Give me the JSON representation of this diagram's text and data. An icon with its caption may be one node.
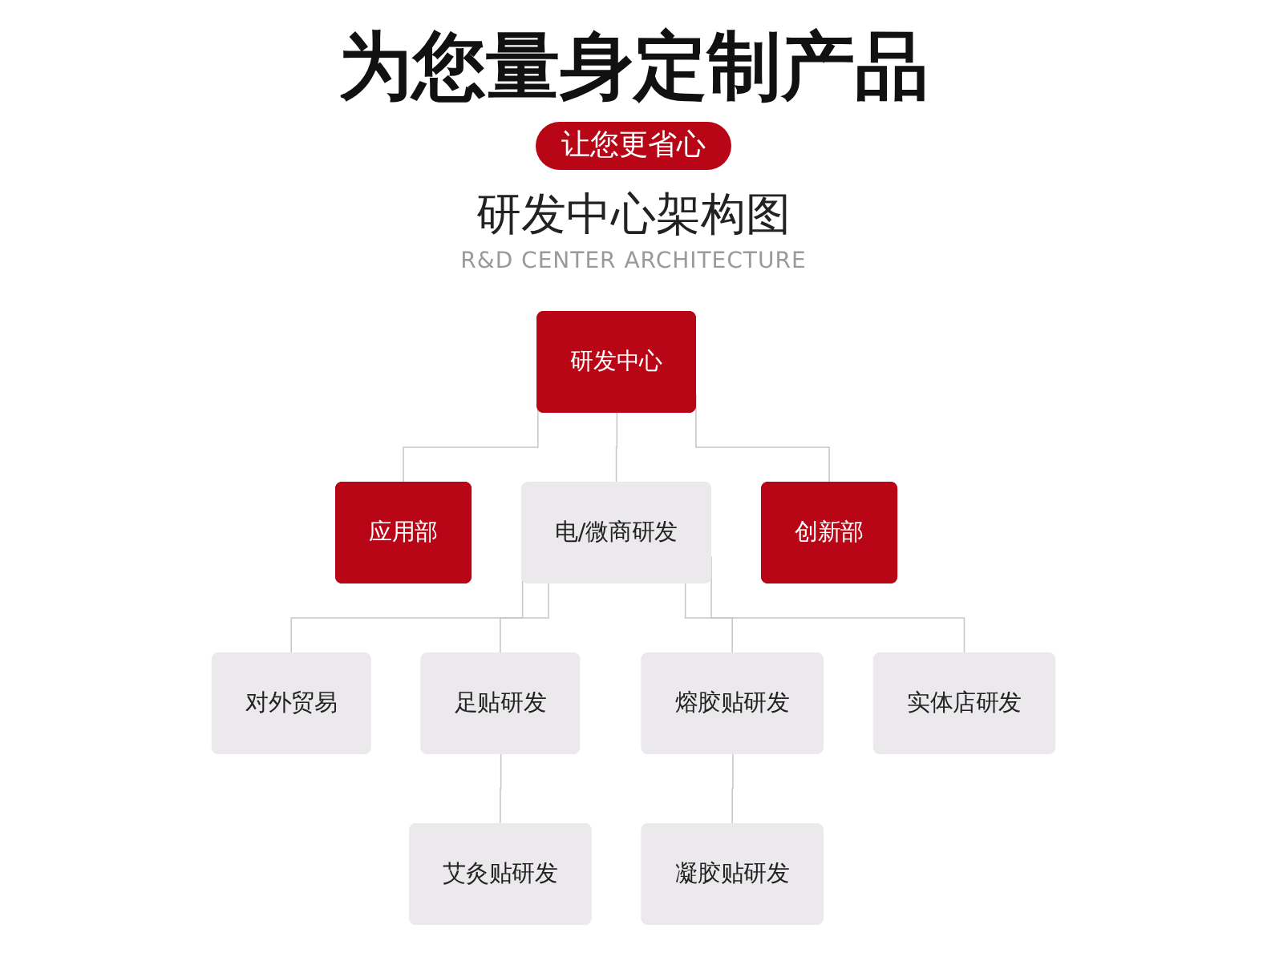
{
  "diagram": {
    "title": "为您量身定制产品",
    "nodes": [
      {
        "text": [
          "应用部"
        ]
      },
      {
        "text": [
          "研发中心"
        ]
      },
      {
        "text": [
          "创新部"
        ]
      },
      {
        "text": [
          "对外贸易"
        ]
      },
      {
        "text": [
          "电/微商研发"
        ]
      },
      {
        "text": [
          "实体店研发"
        ]
      },
      {
        "text": [
          "艾灸贴研发"
        ]
      },
      {
        "text": [
          "足贴研发"
        ]
      },
      {
        "text": [
          "熔胶贴研发"
        ]
      },
      {
        "text": [
          "凝胶贴研发"
        ]
      }
    ],
    "edges": [
      {
        "from": 1,
        "to": 0,
        "arrow": "none"
      },
      {
        "from": 1,
        "to": 4,
        "arrow": "none"
      },
      {
        "from": 1,
        "to": 2,
        "arrow": "none"
      },
      {
        "from": 4,
        "to": 3,
        "arrow": "none"
      },
      {
        "from": 4,
        "to": 7,
        "arrow": "none"
      },
      {
        "from": 4,
        "to": 8,
        "arrow": "none"
      },
      {
        "from": 4,
        "to": 5,
        "arrow": "none"
      },
      {
        "from": 7,
        "to": 6,
        "arrow": "none"
      },
      {
        "from": 8,
        "to": 9,
        "arrow": "none"
      }
    ],
    "labels": [
      "让您更省心",
      "研发中心架构图",
      "R&D CENTER ARCHITECTURE"
    ]
  }
}
